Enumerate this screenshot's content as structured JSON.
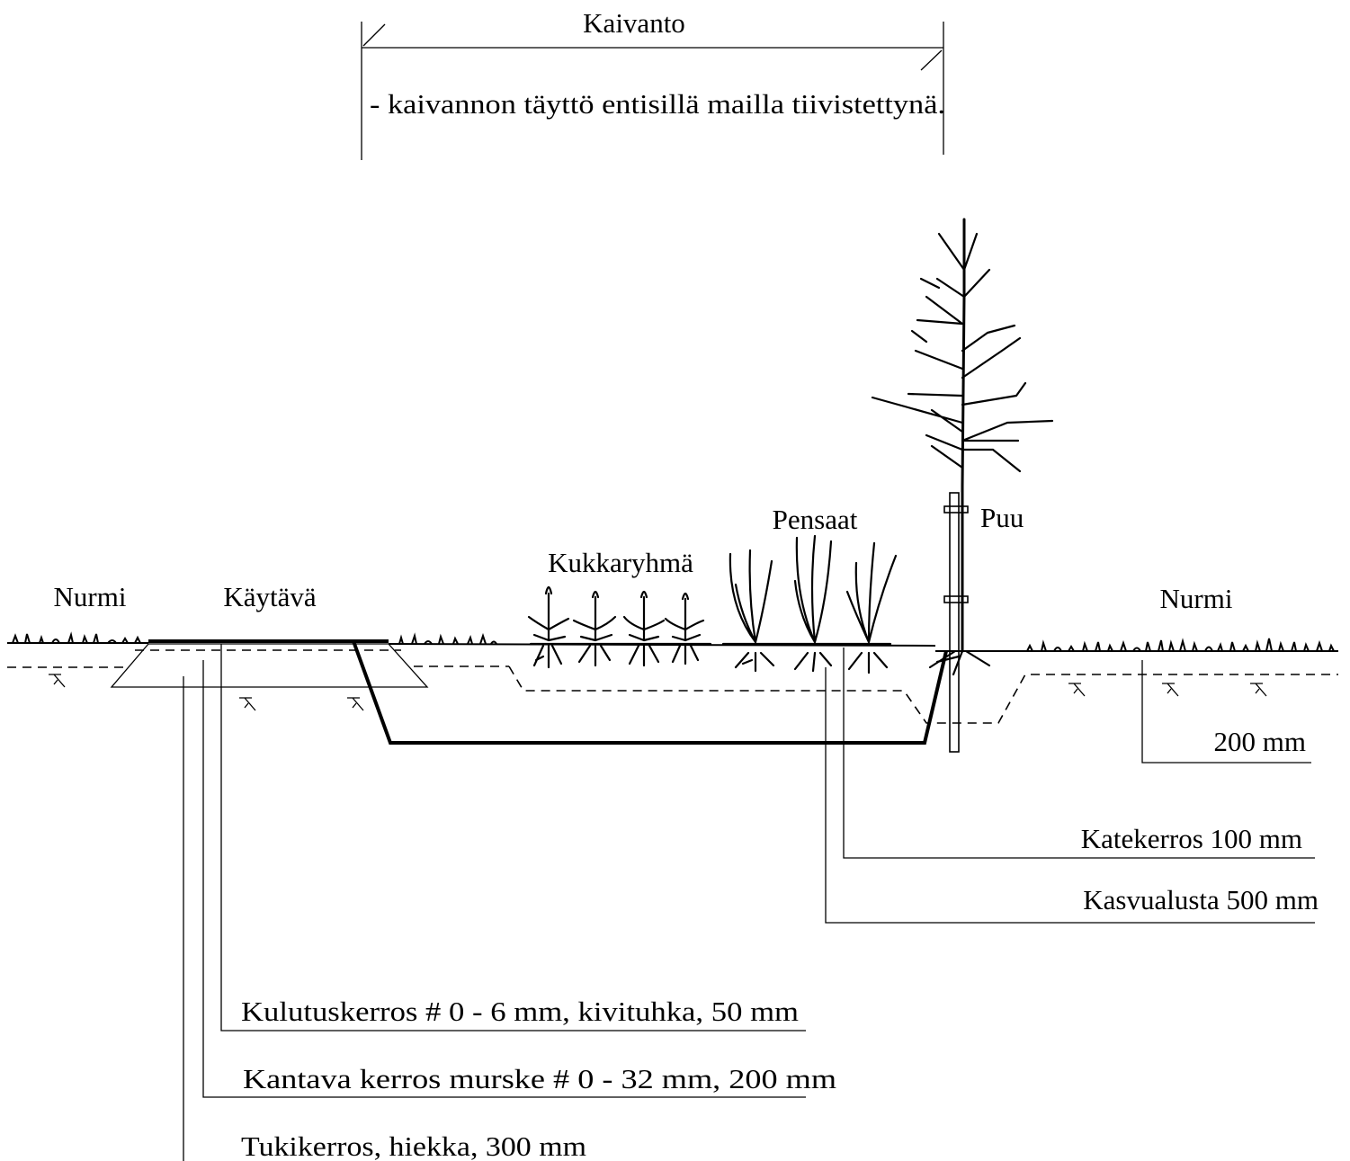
{
  "header": {
    "excavation_title": "Kaivanto",
    "excavation_note": "- kaivannon täyttö entisillä mailla tiivistettynä."
  },
  "zones": {
    "lawn_left": "Nurmi",
    "path": "Käytävä",
    "flower_group": "Kukkaryhmä",
    "shrubs": "Pensaat",
    "tree": "Puu",
    "lawn_right": "Nurmi"
  },
  "layers": {
    "topsoil_depth": "200 mm",
    "mulch": "Katekerros 100 mm",
    "growing_medium": "Kasvualusta 500 mm",
    "wearing_course": "Kulutuskerros # 0 - 6 mm, kivituhka, 50 mm",
    "base_course": "Kantava kerros murske  # 0 - 32 mm,  200 mm",
    "sub_base": "Tukikerros, hiekka, 300 mm"
  },
  "icons": {
    "flower": "flower-plant-icon",
    "shrub": "shrub-icon",
    "tree": "tree-icon",
    "grass": "grass-tuft-icon",
    "ground": "ground-hatch-icon"
  },
  "colors": {
    "ink": "#000000",
    "background": "#ffffff"
  }
}
